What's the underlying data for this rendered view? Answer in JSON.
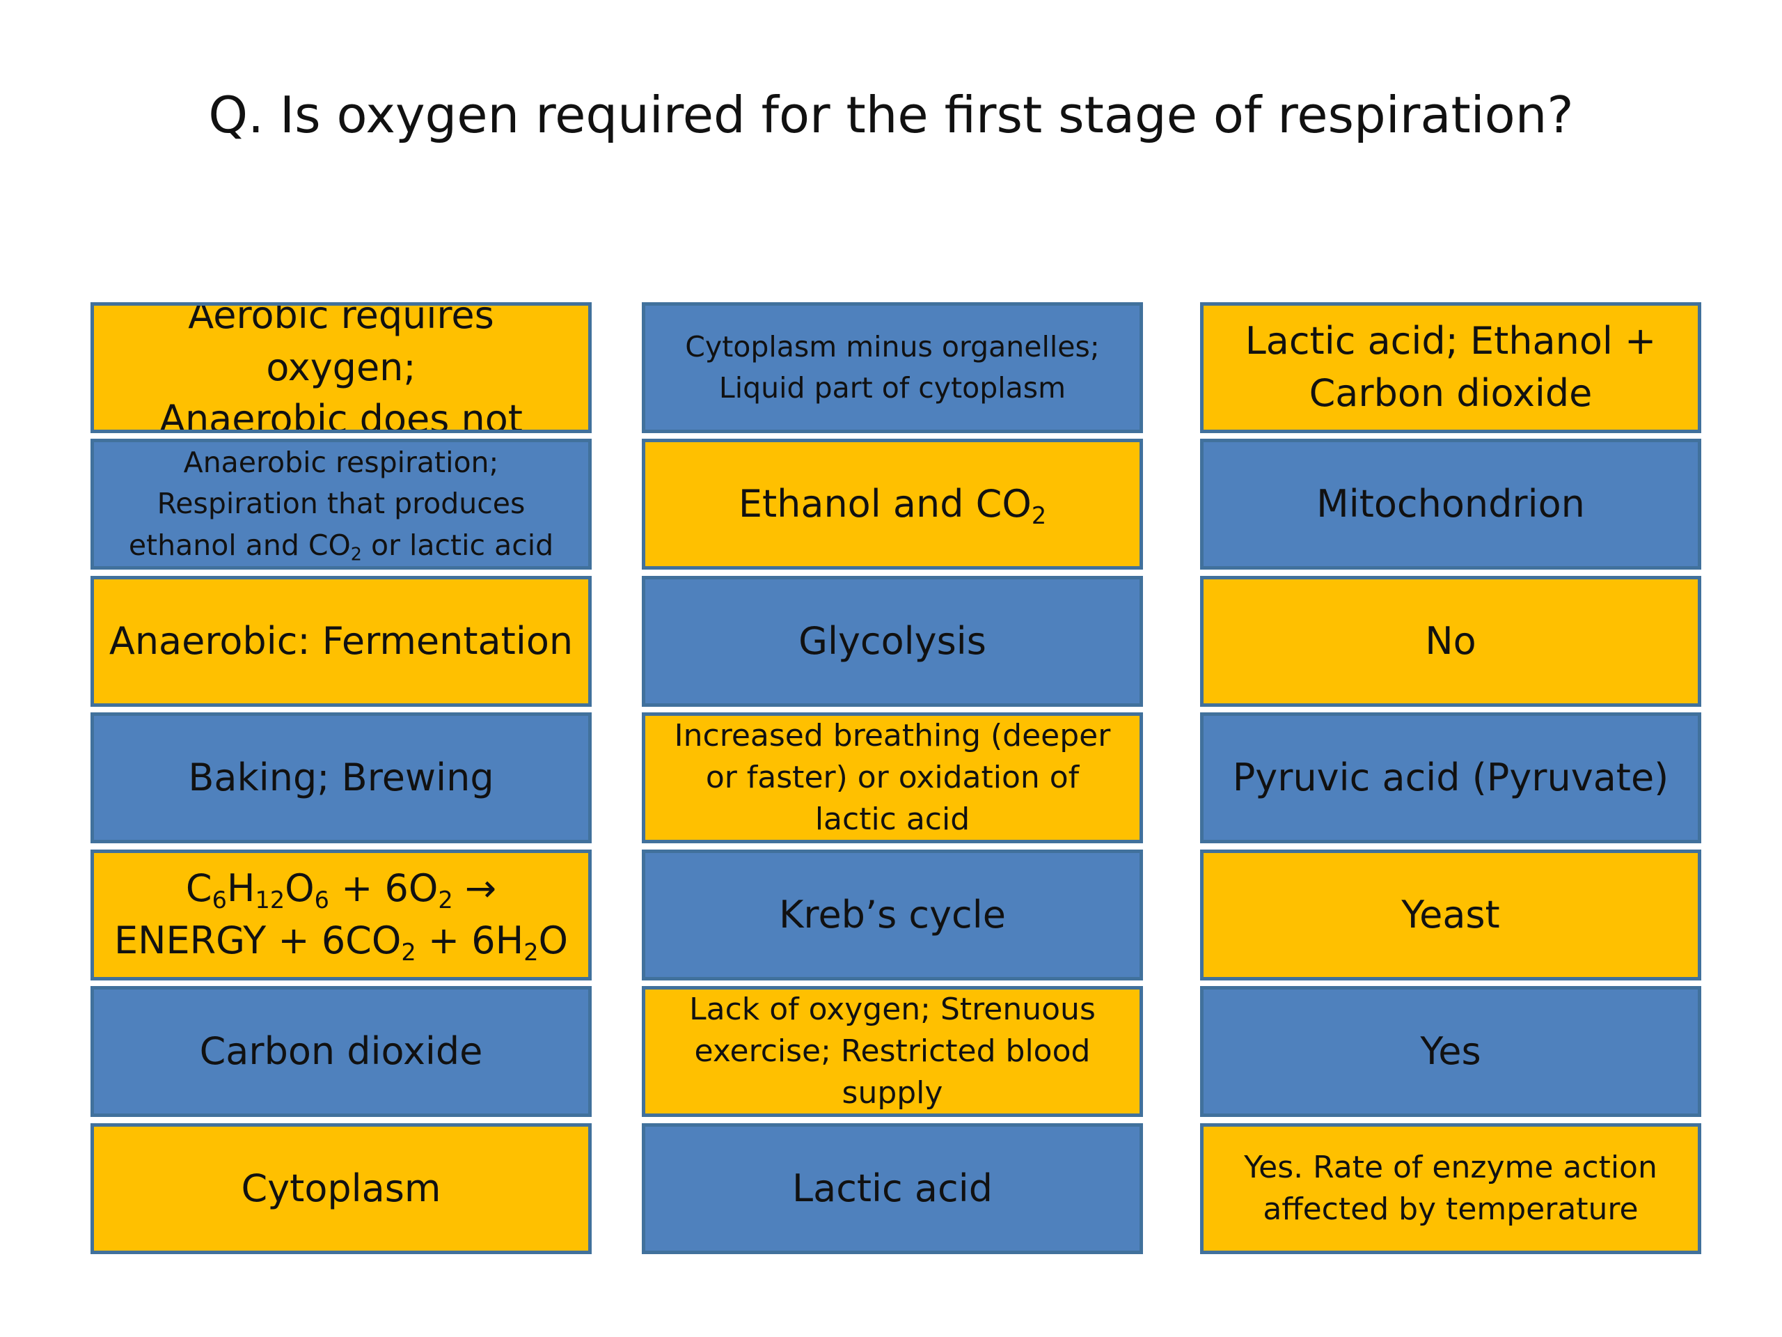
{
  "slide": {
    "question": "Q. Is oxygen required for the first stage of respiration?"
  },
  "colors": {
    "gold": "#ffc000",
    "blue": "#4f81bd",
    "border": "#41719c"
  },
  "cards": {
    "col1": [
      {
        "text": "Aerobic requires oxygen;\nAnaerobic does not",
        "color": "gold"
      },
      {
        "text_line1": "Anaerobic respiration;",
        "text_line2": "Respiration that produces",
        "text_line3a": "ethanol and CO",
        "text_line3sub": "2",
        "text_line3b": " or lactic acid",
        "color": "blue"
      },
      {
        "text": "Anaerobic: Fermentation",
        "color": "gold"
      },
      {
        "text": "Baking; Brewing",
        "color": "blue"
      },
      {
        "f1": "C",
        "f1s": "6",
        "f2": "H",
        "f2s": "12",
        "f3": "O",
        "f3s": "6",
        "f4": " + 6O",
        "f4s": "2",
        "f5": " →",
        "g1": "ENERGY + 6CO",
        "g1s": "2",
        "g2": " + 6H",
        "g2s": "2",
        "g3": "O",
        "color": "gold"
      },
      {
        "text": "Carbon dioxide",
        "color": "blue"
      },
      {
        "text": "Cytoplasm",
        "color": "gold"
      }
    ],
    "col2": [
      {
        "text": "Cytoplasm minus organelles;\nLiquid part of cytoplasm",
        "color": "blue"
      },
      {
        "text_a": "Ethanol and CO",
        "text_sub": "2",
        "color": "gold"
      },
      {
        "text": "Glycolysis",
        "color": "blue"
      },
      {
        "text": "Increased breathing (deeper\nor faster) or oxidation of\nlactic acid",
        "color": "gold"
      },
      {
        "text": "Kreb’s cycle",
        "color": "blue"
      },
      {
        "text": "Lack of oxygen; Strenuous\nexercise; Restricted blood\nsupply",
        "color": "gold"
      },
      {
        "text": "Lactic acid",
        "color": "blue"
      }
    ],
    "col3": [
      {
        "text": "Lactic acid; Ethanol +\nCarbon dioxide",
        "color": "gold"
      },
      {
        "text": "Mitochondrion",
        "color": "blue"
      },
      {
        "text": "No",
        "color": "gold"
      },
      {
        "text": "Pyruvic acid (Pyruvate)",
        "color": "blue"
      },
      {
        "text": "Yeast",
        "color": "gold"
      },
      {
        "text": "Yes",
        "color": "blue"
      },
      {
        "text": "Yes. Rate of enzyme action\naffected by temperature",
        "color": "gold"
      }
    ]
  }
}
